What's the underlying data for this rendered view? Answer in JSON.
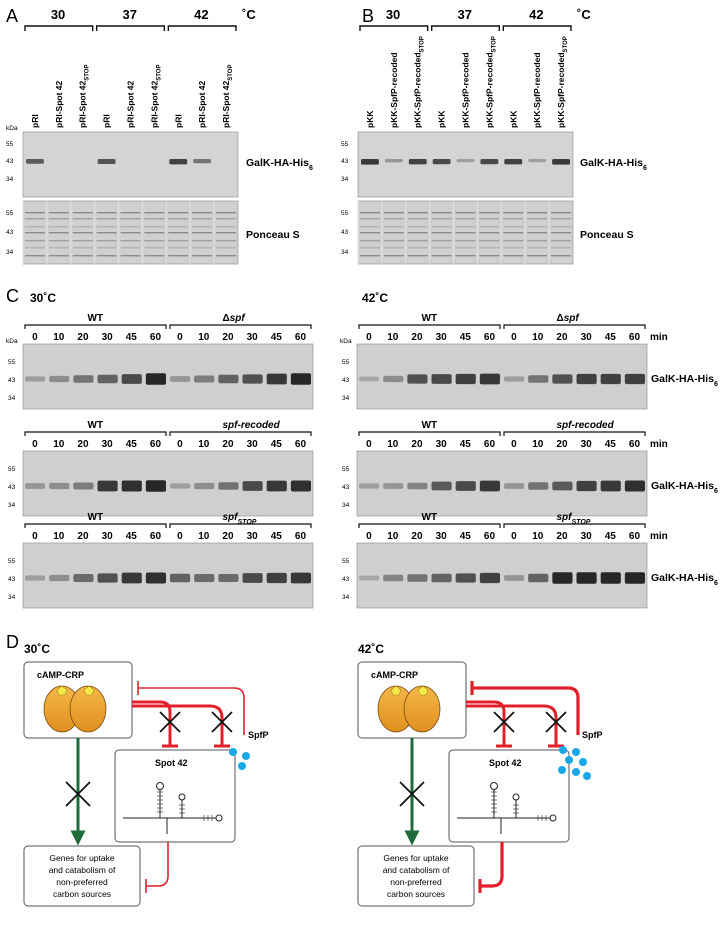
{
  "panels": {
    "A": {
      "letter": "A",
      "temps": [
        "30",
        "37",
        "42"
      ],
      "temp_unit": "˚C",
      "kda_label": "kDa",
      "lanes": [
        "pRI",
        "pRI-Spot 42",
        "pRI-Spot 42",
        "pRI",
        "pRI-Spot 42",
        "pRI-Spot 42",
        "pRI",
        "pRI-Spot 42",
        "pRI-Spot 42"
      ],
      "lane_subs": [
        "",
        "",
        "STOP",
        "",
        "",
        "STOP",
        "",
        "",
        "STOP"
      ],
      "blot1_markers": [
        "55",
        "43",
        "34"
      ],
      "blot2_markers": [
        "55",
        "43",
        "34"
      ],
      "blot1_label": "GalK-HA-His",
      "blot1_label_sub": "6",
      "blot2_label": "Ponceau S",
      "bands": [
        0.7,
        0,
        0,
        0.75,
        0,
        0,
        0.85,
        0.55,
        0
      ]
    },
    "B": {
      "letter": "B",
      "temps": [
        "30",
        "37",
        "42"
      ],
      "temp_unit": "˚C",
      "kda_label": "kDa",
      "lanes": [
        "pKK",
        "pKK-SpfP-recoded",
        "pKK-SpfP-recoded",
        "pKK",
        "pKK-SpfP-recoded",
        "pKK-SpfP-recoded",
        "pKK",
        "pKK-SpfP-recoded",
        "pKK-SpfP-recoded"
      ],
      "lane_subs": [
        "",
        "",
        "STOP",
        "",
        "",
        "STOP",
        "",
        "",
        "STOP"
      ],
      "blot1_markers": [
        "55",
        "43",
        "34"
      ],
      "blot2_markers": [
        "55",
        "43",
        "34"
      ],
      "blot1_label": "GalK-HA-His",
      "blot1_label_sub": "6",
      "blot2_label": "Ponceau S",
      "bands": [
        0.9,
        0.35,
        0.85,
        0.8,
        0.3,
        0.8,
        0.85,
        0.3,
        0.9
      ]
    },
    "C": {
      "letter": "C",
      "col_temps": [
        "30˚C",
        "42˚C"
      ],
      "timepoints": [
        "0",
        "10",
        "20",
        "30",
        "45",
        "60"
      ],
      "min_label": "min",
      "markers": [
        "55",
        "43",
        "34"
      ],
      "kda_label": "kDa",
      "side_label": "GalK-HA-His",
      "side_label_sub": "6",
      "rows": [
        {
          "wt": "WT",
          "mut": "Δspf",
          "mut_main": "Δ",
          "mut_it": "spf",
          "mut_sub": ""
        },
        {
          "wt": "WT",
          "mut": "spf-recoded",
          "mut_main": "",
          "mut_it": "spf-recoded",
          "mut_sub": ""
        },
        {
          "wt": "WT",
          "mut": "spfSTOP",
          "mut_main": "",
          "mut_it": "spf",
          "mut_sub": "STOP"
        }
      ],
      "bands_30": [
        [
          0.25,
          0.35,
          0.5,
          0.6,
          0.75,
          0.95,
          0.3,
          0.45,
          0.6,
          0.7,
          0.85,
          0.95
        ],
        [
          0.3,
          0.35,
          0.45,
          0.85,
          0.9,
          0.95,
          0.25,
          0.35,
          0.5,
          0.75,
          0.85,
          0.9
        ],
        [
          0.25,
          0.35,
          0.55,
          0.7,
          0.85,
          0.9,
          0.6,
          0.55,
          0.55,
          0.75,
          0.8,
          0.85
        ]
      ],
      "bands_42": [
        [
          0.2,
          0.35,
          0.7,
          0.75,
          0.8,
          0.85,
          0.25,
          0.5,
          0.7,
          0.8,
          0.8,
          0.8
        ],
        [
          0.25,
          0.3,
          0.4,
          0.65,
          0.75,
          0.85,
          0.3,
          0.5,
          0.65,
          0.8,
          0.85,
          0.9
        ],
        [
          0.2,
          0.4,
          0.5,
          0.6,
          0.7,
          0.8,
          0.3,
          0.6,
          0.95,
          0.95,
          0.95,
          0.95
        ]
      ]
    },
    "D": {
      "letter": "D",
      "left": {
        "temp": "30˚C",
        "crp_label": "cAMP-CRP",
        "spot_label": "Spot 42",
        "spfp_label": "SpfP",
        "genes_text": [
          "Genes for uptake",
          "and catabolism of",
          "non-preferred",
          "carbon sources"
        ],
        "spfp_dots": 3
      },
      "right": {
        "temp": "42˚C",
        "crp_label": "cAMP-CRP",
        "spot_label": "Spot 42",
        "spfp_label": "SpfP",
        "genes_text": [
          "Genes for uptake",
          "and catabolism of",
          "non-preferred",
          "carbon sources"
        ],
        "spfp_dots": 7
      }
    }
  },
  "colors": {
    "red": "#e0202a",
    "green": "#1f6b3a",
    "blue": "#1aa7e8",
    "orange": "#f0a030",
    "yellow": "#f6e84a",
    "blot_bg": "#d6d6d6"
  }
}
